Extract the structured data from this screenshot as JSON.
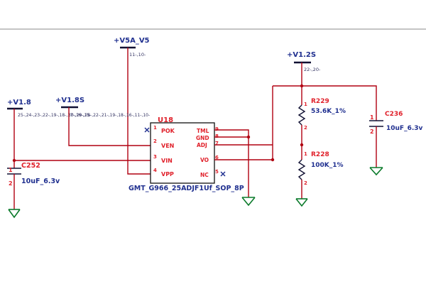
{
  "rails": {
    "v5a": {
      "name": "+V5A_V5",
      "refs": "11-,10-"
    },
    "v12s": {
      "name": "+V1.2S",
      "refs": "22-,20-"
    },
    "v18": {
      "name": "+V1.8",
      "refs": "25-,24-,23-,22-,19-,18-,17-,16-,15-"
    },
    "v18s": {
      "name": "+V1.8S",
      "refs": "30-,29-,28-,22-,21-,19-,18-,16-,11-,10-"
    }
  },
  "ic": {
    "ref": "U18",
    "part": "GMT_G966_25ADJF1Uf_SOP_8P",
    "left_pins": [
      {
        "num": "1",
        "name": "POK"
      },
      {
        "num": "2",
        "name": "VEN"
      },
      {
        "num": "3",
        "name": "VIN"
      },
      {
        "num": "4",
        "name": "VPP"
      }
    ],
    "right_pins": [
      {
        "num": "9",
        "name": "TML"
      },
      {
        "num": "8",
        "name": "GND"
      },
      {
        "num": "7",
        "name": "ADJ"
      },
      {
        "num": "6",
        "name": "VO"
      },
      {
        "num": "5",
        "name": "NC"
      }
    ]
  },
  "components": {
    "c252": {
      "ref": "C252",
      "value": "10uF_6.3v",
      "pin1": "1",
      "pin2": "2"
    },
    "c236": {
      "ref": "C236",
      "value": "10uF_6.3v",
      "pin1": "1",
      "pin2": "2"
    },
    "r229": {
      "ref": "R229",
      "value": "53.6K_1%",
      "pin1": "1",
      "pin2": "2"
    },
    "r228": {
      "ref": "R228",
      "value": "100K_1%",
      "pin1": "1",
      "pin2": "2"
    }
  },
  "colors": {
    "net_label": "#1f2f8f",
    "ref_label": "#e0202a",
    "wire": "#b00010",
    "ground": "#0a7a2a"
  }
}
